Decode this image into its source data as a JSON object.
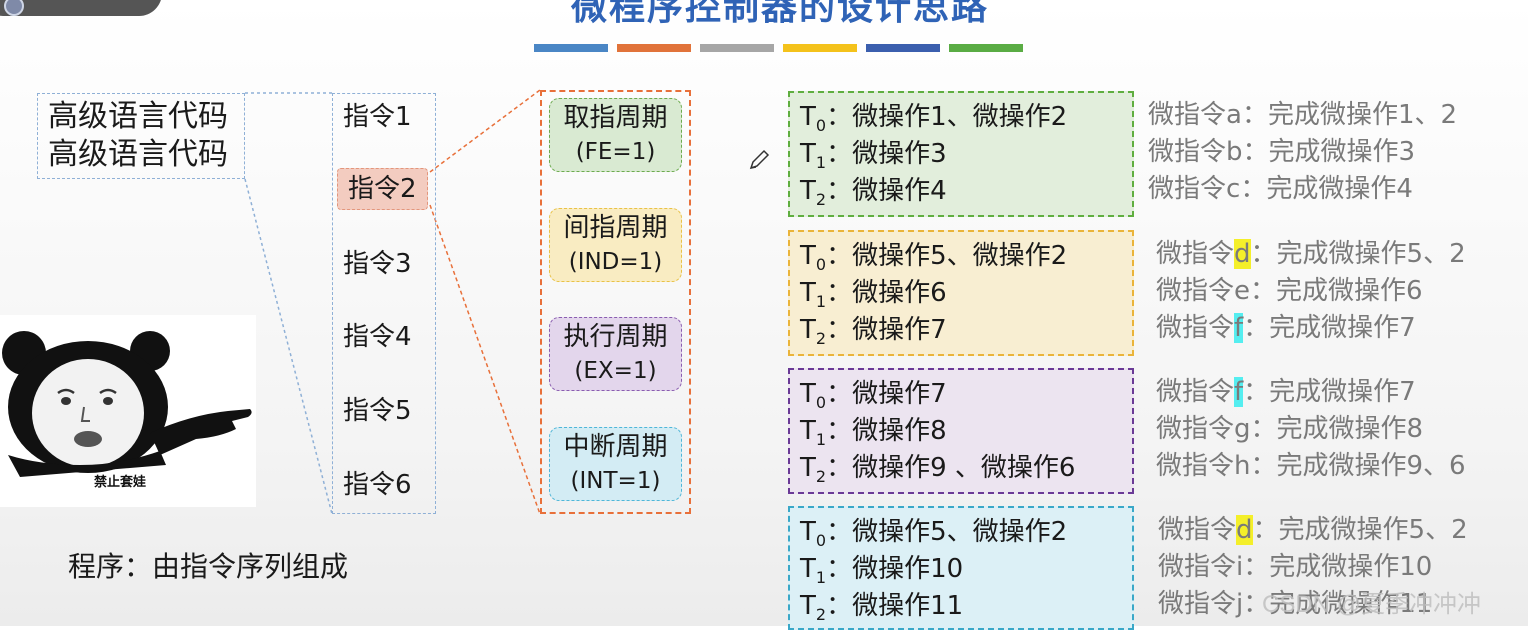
{
  "slide": {
    "title": "微程序控制器的设计思路",
    "color_bars": [
      "#4a86c5",
      "#e1733a",
      "#a6a6a6",
      "#f4c21b",
      "#3b5fae",
      "#5aac44"
    ]
  },
  "code_box": {
    "lines": [
      "高级语言代码",
      "高级语言代码"
    ]
  },
  "instructions": {
    "items": [
      "指令1",
      "指令2",
      "指令3",
      "指令4",
      "指令5",
      "指令6"
    ],
    "selected_index": 1
  },
  "cycles": [
    {
      "name": "取指周期",
      "flag": "(FE=1)",
      "bg": "#d9ead2",
      "border": "#6dab4f"
    },
    {
      "name": "间指周期",
      "flag": "(IND=1)",
      "bg": "#f9ecc2",
      "border": "#e9c247"
    },
    {
      "name": "执行周期",
      "flag": "(EX=1)",
      "bg": "#e3d6ec",
      "border": "#8a5db0"
    },
    {
      "name": "中断周期",
      "flag": "(INT=1)",
      "bg": "#d3ecf4",
      "border": "#4fb6d8"
    }
  ],
  "groups": [
    {
      "bg": "#e2eedc",
      "border": "#5fae3f",
      "ops": [
        {
          "t": "T",
          "sub": "0",
          "text": "：微操作1、微操作2"
        },
        {
          "t": "T",
          "sub": "1",
          "text": "：微操作3"
        },
        {
          "t": "T",
          "sub": "2",
          "text": "：微操作4"
        }
      ],
      "micro": [
        {
          "pre": "微指令",
          "key": "a",
          "hl": "",
          "post": "：完成微操作1、2"
        },
        {
          "pre": "微指令",
          "key": "b",
          "hl": "",
          "post": "：完成微操作3"
        },
        {
          "pre": "微指令",
          "key": "c",
          "hl": "",
          "post": "：完成微操作4"
        }
      ]
    },
    {
      "bg": "#f8eed2",
      "border": "#eab43a",
      "ops": [
        {
          "t": "T",
          "sub": "0",
          "text": "：微操作5、微操作2"
        },
        {
          "t": "T",
          "sub": "1",
          "text": "：微操作6"
        },
        {
          "t": "T",
          "sub": "2",
          "text": "：微操作7"
        }
      ],
      "micro": [
        {
          "pre": "微指令",
          "key": "d",
          "hl": "yellow",
          "post": "：完成微操作5、2"
        },
        {
          "pre": "微指令",
          "key": "e",
          "hl": "",
          "post": "：完成微操作6"
        },
        {
          "pre": "微指令",
          "key": "f",
          "hl": "cyan",
          "post": "：完成微操作7"
        }
      ]
    },
    {
      "bg": "#ece4f0",
      "border": "#6a3a96",
      "ops": [
        {
          "t": "T",
          "sub": "0",
          "text": "：微操作7"
        },
        {
          "t": "T",
          "sub": "1",
          "text": "：微操作8"
        },
        {
          "t": "T",
          "sub": "2",
          "text": "：微操作9 、微操作6"
        }
      ],
      "micro": [
        {
          "pre": "微指令",
          "key": "f",
          "hl": "cyan",
          "post": "：完成微操作7"
        },
        {
          "pre": "微指令",
          "key": "g",
          "hl": "",
          "post": "：完成微操作8"
        },
        {
          "pre": "微指令",
          "key": "h",
          "hl": "",
          "post": "：完成微操作9、6"
        }
      ]
    },
    {
      "bg": "#dcf0f6",
      "border": "#3aa8c8",
      "ops": [
        {
          "t": "T",
          "sub": "0",
          "text": "：微操作5、微操作2"
        },
        {
          "t": "T",
          "sub": "1",
          "text": "：微操作10"
        },
        {
          "t": "T",
          "sub": "2",
          "text": "：微操作11"
        }
      ],
      "micro": [
        {
          "pre": "微指令",
          "key": "d",
          "hl": "yellow",
          "post": "：完成微操作5、2"
        },
        {
          "pre": "微指令",
          "key": "i",
          "hl": "",
          "post": "：完成微操作10"
        },
        {
          "pre": "微指令",
          "key": "j",
          "hl": "",
          "post": "：完成微操作11"
        }
      ]
    }
  ],
  "program_caption": "程序：由指令序列组成",
  "meme_caption": "禁止套娃",
  "watermark": "CSDN @夏季冲冲冲"
}
